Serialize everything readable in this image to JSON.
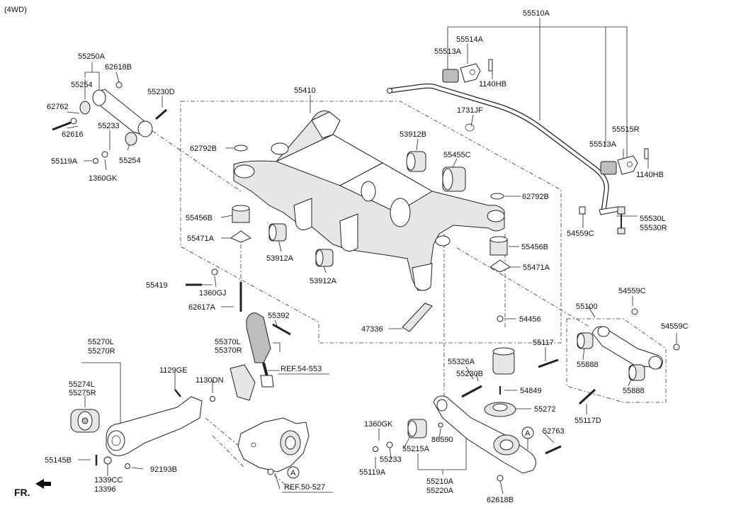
{
  "header": {
    "variant": "(4WD)"
  },
  "direction": {
    "label": "FR."
  },
  "labels": {
    "p55510A": "55510A",
    "p55514A": "55514A",
    "p55513A_top": "55513A",
    "p1140HB_top": "1140HB",
    "p55250A": "55250A",
    "p62618B_top": "62618B",
    "p55254_top": "55254",
    "p55230D": "55230D",
    "p62762": "62762",
    "p62616": "62616",
    "p55233_left": "55233",
    "p55254_bot": "55254",
    "p55119A_left": "55119A",
    "p1360GK_left": "1360GK",
    "p55410": "55410",
    "p1731JF": "1731JF",
    "p53912B": "53912B",
    "p55455C": "55455C",
    "p62792B_left": "62792B",
    "p62792B_right": "62792B",
    "p55515R": "55515R",
    "p55513A_right": "55513A",
    "p1140HB_right": "1140HB",
    "p55456B_left": "55456B",
    "p55471A_left": "55471A",
    "p53912A_upper": "53912A",
    "p53912A_lower": "53912A",
    "p55456B_right": "55456B",
    "p55471A_right": "55471A",
    "p55530L": "55530L",
    "p55530R": "55530R",
    "p54559C_left": "54559C",
    "p55419": "55419",
    "p1360GJ": "1360GJ",
    "p62617A": "62617A",
    "p55392": "55392",
    "p47336": "47336",
    "p54456": "54456",
    "p54559C_right_top": "54559C",
    "p55100": "55100",
    "p54559C_right": "54559C",
    "p55370L": "55370L",
    "p55370R": "55370R",
    "ref_54_553": "REF.54-553",
    "p55270L": "55270L",
    "p55270R": "55270R",
    "p1129GE": "1129GE",
    "p1130DN": "1130DN",
    "p55274L": "55274L",
    "p55275R": "55275R",
    "p55145B": "55145B",
    "p1339CC": "1339CC",
    "p13396": "13396",
    "p92193B": "92193B",
    "ref_50_527": "REF.50-527",
    "callout_a_left": "A",
    "p55326A": "55326A",
    "p55230B": "55230B",
    "p54849": "54849",
    "p55117_top": "55117",
    "p55888_top": "55888",
    "p55888_bot": "55888",
    "p55117D": "55117D",
    "p55272": "55272",
    "p52763": "52763",
    "callout_a_right": "A",
    "p1360GK_bottom": "1360GK",
    "p55233_bottom": "55233",
    "p55215A": "55215A",
    "p86590": "86590",
    "p55119A_bottom": "55119A",
    "p55210A": "55210A",
    "p55220A": "55220A",
    "p62618B_bottom": "62618B"
  }
}
